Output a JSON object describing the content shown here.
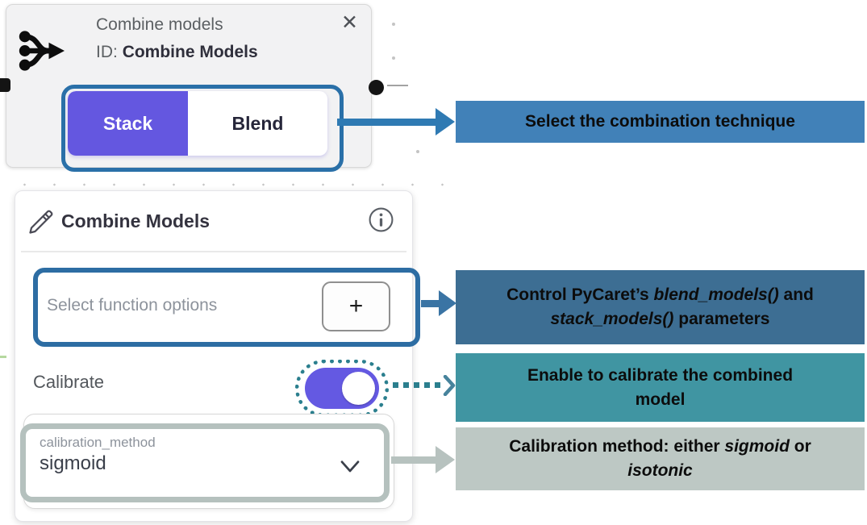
{
  "node_card": {
    "title": "Combine models",
    "id_label": "ID:",
    "id_value": "Combine Models",
    "close_icon": "✕",
    "options": [
      {
        "label": "Stack",
        "selected": true
      },
      {
        "label": "Blend",
        "selected": false
      }
    ]
  },
  "panel": {
    "title": "Combine Models",
    "function_select": {
      "placeholder": "Select function options",
      "add_button_label": "+"
    },
    "calibrate": {
      "label": "Calibrate",
      "enabled": true
    },
    "dropdown": {
      "label": "calibration_method",
      "value": "sigmoid"
    }
  },
  "annotations": {
    "technique": {
      "text": "Select the combination technique"
    },
    "control": {
      "pre": "Control PyCaret’s ",
      "italic1": "blend_models()",
      "post": " and",
      "italic2": "stack_models()",
      "post2": " parameters"
    },
    "calibrate": {
      "line1": "Enable to calibrate the combined",
      "line2": "model"
    },
    "method": {
      "pre": "Calibration method: either ",
      "italic1": "sigmoid",
      "mid": " or",
      "italic2": "isotonic"
    }
  },
  "colors": {
    "annotation_blue": "#4181b8",
    "annotation_steel_blue": "#3d6e93",
    "annotation_teal": "#4095a2",
    "annotation_gray": "#bdc8c4",
    "highlight_blue_ring": "#2d6da3",
    "highlight_teal_dotted": "#2b7f8e",
    "highlight_gray_ring": "#b5c1be",
    "accent_purple": "#6457e0"
  }
}
